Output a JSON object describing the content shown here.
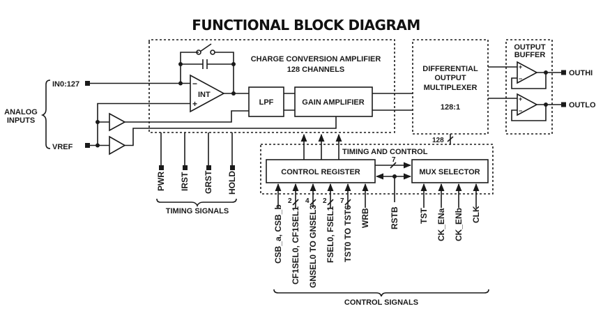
{
  "title": "FUNCTIONAL BLOCK DIAGRAM",
  "analog_inputs": {
    "group_label_line1": "ANALOG",
    "group_label_line2": "INPUTS",
    "in_pin": "IN0:127",
    "vref_pin": "VREF"
  },
  "charge_conversion": {
    "label_line1": "CHARGE CONVERSION AMPLIFIER",
    "label_line2": "128 CHANNELS",
    "integrator": "INT",
    "minus_sign": "−",
    "plus_sign": "+",
    "lpf": "LPF",
    "gain_amplifier": "GAIN AMPLIFIER"
  },
  "multiplexer": {
    "line1": "DIFFERENTIAL",
    "line2": "OUTPUT",
    "line3": "MULTIPLEXER",
    "ratio": "128:1",
    "bus_width": "128"
  },
  "output_buffer": {
    "label_line1": "OUTPUT",
    "label_line2": "BUFFER",
    "out_hi": "OUTHI",
    "out_lo": "OUTLO",
    "plus_sign": "+",
    "minus_sign": "−"
  },
  "timing_signals": {
    "group_label": "TIMING SIGNALS",
    "pins": [
      "PWR",
      "IRST",
      "GRST",
      "HOLD"
    ]
  },
  "timing_and_control": {
    "label": "TIMING AND CONTROL",
    "control_register": "CONTROL REGISTER",
    "mux_selector": "MUX SELECTOR",
    "reg_to_mux_bus_width": "7"
  },
  "control_signals": {
    "group_label": "CONTROL SIGNALS",
    "register_inputs": [
      {
        "name": "CSB_a, CSB_b",
        "bus": ""
      },
      {
        "name": "CF1SEL0, CF1SEL1",
        "bus": "2"
      },
      {
        "name": "GNSEL0 TO GNSEL3",
        "bus": "4"
      },
      {
        "name": "FSEL0, FSEL1",
        "bus": "2"
      },
      {
        "name": "TST0 TO TST6",
        "bus": "7"
      },
      {
        "name": "WRB",
        "bus": ""
      }
    ],
    "reset": "RSTB",
    "mux_inputs": [
      "TST",
      "CK_ENa",
      "CK_ENb",
      "CLK"
    ]
  }
}
